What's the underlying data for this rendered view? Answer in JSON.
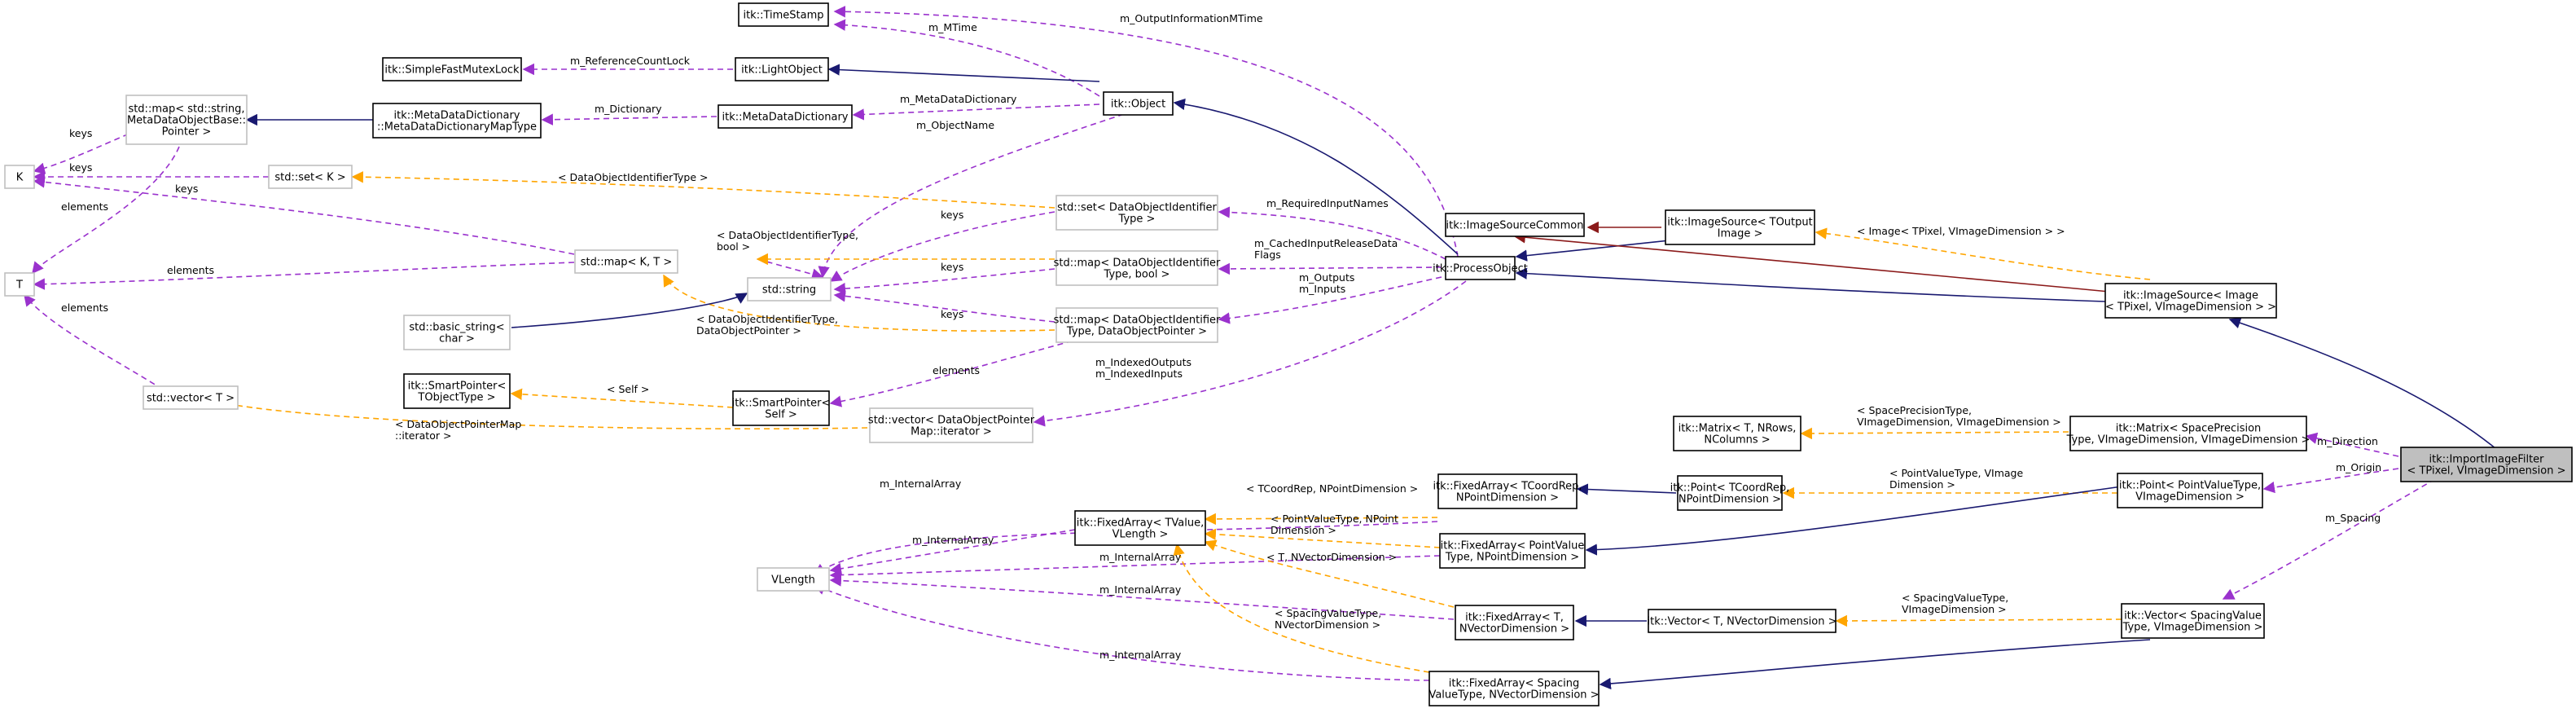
{
  "colors": {
    "usage": "#9a32cd",
    "template": "#ffa500",
    "inheritance": "#191970",
    "protected_inheritance": "#8b1a1a",
    "focus_fill": "#bfbfbf",
    "external_border": "#bfbfbf"
  },
  "nodes": [
    {
      "id": "timestamp",
      "lines": [
        "itk::TimeStamp"
      ]
    },
    {
      "id": "fastmutex",
      "lines": [
        "itk::SimpleFastMutexLock"
      ]
    },
    {
      "id": "lightobject",
      "lines": [
        "itk::LightObject"
      ]
    },
    {
      "id": "object",
      "lines": [
        "itk::Object"
      ]
    },
    {
      "id": "stdmap_string",
      "lines": [
        "std::map< std::string,",
        "MetaDataObjectBase::",
        "Pointer >"
      ]
    },
    {
      "id": "mdd_maptype",
      "lines": [
        "itk::MetaDataDictionary",
        "::MetaDataDictionaryMapType"
      ]
    },
    {
      "id": "mdd",
      "lines": [
        "itk::MetaDataDictionary"
      ]
    },
    {
      "id": "K",
      "lines": [
        "K"
      ]
    },
    {
      "id": "stdset_K",
      "lines": [
        "std::set< K >"
      ]
    },
    {
      "id": "T",
      "lines": [
        "T"
      ]
    },
    {
      "id": "stdset_doid",
      "lines": [
        "std::set< DataObjectIdentifier",
        "Type >"
      ]
    },
    {
      "id": "stdmap_KT",
      "lines": [
        "std::map< K, T >"
      ]
    },
    {
      "id": "stdmap_doid_bool",
      "lines": [
        "std::map< DataObjectIdentifier",
        "Type, bool >"
      ]
    },
    {
      "id": "stdstring",
      "lines": [
        "std::string"
      ]
    },
    {
      "id": "basic_string",
      "lines": [
        "std::basic_string<",
        "char >"
      ]
    },
    {
      "id": "stdmap_doid_ptr",
      "lines": [
        "std::map< DataObjectIdentifier",
        "Type, DataObjectPointer >"
      ]
    },
    {
      "id": "stdvector_T",
      "lines": [
        "std::vector< T >"
      ]
    },
    {
      "id": "smartptr_t",
      "lines": [
        "itk::SmartPointer<",
        "TObjectType >"
      ]
    },
    {
      "id": "smartptr_self",
      "lines": [
        "itk::SmartPointer<",
        "Self >"
      ]
    },
    {
      "id": "stdvector_iter",
      "lines": [
        "std::vector< DataObjectPointer",
        "Map::iterator >"
      ]
    },
    {
      "id": "imagesourcecommon",
      "lines": [
        "itk::ImageSourceCommon"
      ]
    },
    {
      "id": "imagesource_t",
      "lines": [
        "itk::ImageSource< TOutput",
        "Image >"
      ]
    },
    {
      "id": "processobject",
      "lines": [
        "itk::ProcessObject"
      ]
    },
    {
      "id": "imagesource_img",
      "lines": [
        "itk::ImageSource< Image",
        "< TPixel, VImageDimension > >"
      ]
    },
    {
      "id": "matrix_t",
      "lines": [
        "itk::Matrix< T, NRows,",
        "NColumns >"
      ]
    },
    {
      "id": "matrix_sp",
      "lines": [
        "itk::Matrix< SpacePrecision",
        "Type, VImageDimension, VImageDimension >"
      ]
    },
    {
      "id": "importfilter",
      "lines": [
        "itk::ImportImageFilter",
        "< TPixel, VImageDimension >"
      ]
    },
    {
      "id": "fixedarray_tcoord",
      "lines": [
        "itk::FixedArray< TCoordRep,",
        "NPointDimension >"
      ]
    },
    {
      "id": "point_tcoord",
      "lines": [
        "itk::Point< TCoordRep,",
        "NPointDimension >"
      ]
    },
    {
      "id": "point_pv",
      "lines": [
        "itk::Point< PointValueType,",
        "VImageDimension >"
      ]
    },
    {
      "id": "fixedarray_tvalue",
      "lines": [
        "itk::FixedArray< TValue,",
        "VLength >"
      ]
    },
    {
      "id": "fixedarray_pv",
      "lines": [
        "itk::FixedArray< PointValue",
        "Type, NPointDimension >"
      ]
    },
    {
      "id": "vlength",
      "lines": [
        "VLength"
      ]
    },
    {
      "id": "fixedarray_t",
      "lines": [
        "itk::FixedArray< T,",
        "NVectorDimension >"
      ]
    },
    {
      "id": "vector_t",
      "lines": [
        "itk::Vector< T, NVectorDimension >"
      ]
    },
    {
      "id": "vector_sv",
      "lines": [
        "itk::Vector< SpacingValue",
        "Type, VImageDimension >"
      ]
    },
    {
      "id": "fixedarray_sv",
      "lines": [
        "itk::FixedArray< Spacing",
        "ValueType, NVectorDimension >"
      ]
    }
  ],
  "edge_labels": [
    {
      "id": "lbl_mtime",
      "lines": [
        "m_MTime"
      ]
    },
    {
      "id": "lbl_outinfo",
      "lines": [
        "m_OutputInformationMTime"
      ]
    },
    {
      "id": "lbl_refcount",
      "lines": [
        "m_ReferenceCountLock"
      ]
    },
    {
      "id": "lbl_dictionary",
      "lines": [
        "m_Dictionary"
      ]
    },
    {
      "id": "lbl_mddict",
      "lines": [
        "m_MetaDataDictionary"
      ]
    },
    {
      "id": "lbl_objectname",
      "lines": [
        "m_ObjectName"
      ]
    },
    {
      "id": "lbl_keys1",
      "lines": [
        "keys"
      ]
    },
    {
      "id": "lbl_keys2",
      "lines": [
        "keys"
      ]
    },
    {
      "id": "lbl_keys3",
      "lines": [
        "keys"
      ]
    },
    {
      "id": "lbl_keys4",
      "lines": [
        "keys"
      ]
    },
    {
      "id": "lbl_keys5",
      "lines": [
        "keys"
      ]
    },
    {
      "id": "lbl_keys6",
      "lines": [
        "keys"
      ]
    },
    {
      "id": "lbl_elements1",
      "lines": [
        "elements"
      ]
    },
    {
      "id": "lbl_elements2",
      "lines": [
        "elements"
      ]
    },
    {
      "id": "lbl_elements3",
      "lines": [
        "elements"
      ]
    },
    {
      "id": "lbl_elements4",
      "lines": [
        "elements"
      ]
    },
    {
      "id": "lbl_doid_type",
      "lines": [
        "< DataObjectIdentifierType >"
      ]
    },
    {
      "id": "lbl_doid_bool",
      "lines": [
        "< DataObjectIdentifierType,",
        "bool >"
      ]
    },
    {
      "id": "lbl_doid_ptr",
      "lines": [
        "< DataObjectIdentifierType,",
        "DataObjectPointer >"
      ]
    },
    {
      "id": "lbl_self",
      "lines": [
        "< Self >"
      ]
    },
    {
      "id": "lbl_doptrmap",
      "lines": [
        "< DataObjectPointerMap",
        "::iterator >"
      ]
    },
    {
      "id": "lbl_required",
      "lines": [
        "m_RequiredInputNames"
      ]
    },
    {
      "id": "lbl_cached",
      "lines": [
        "m_CachedInputReleaseData",
        "Flags"
      ]
    },
    {
      "id": "lbl_outputs",
      "lines": [
        "m_Outputs",
        "m_Inputs"
      ]
    },
    {
      "id": "lbl_indexed",
      "lines": [
        "m_IndexedOutputs",
        "m_IndexedInputs"
      ]
    },
    {
      "id": "lbl_image_tpixel",
      "lines": [
        "< Image< TPixel, VImageDimension > >"
      ]
    },
    {
      "id": "lbl_spaceprec",
      "lines": [
        "< SpacePrecisionType,",
        "VImageDimension, VImageDimension >"
      ]
    },
    {
      "id": "lbl_direction",
      "lines": [
        "m_Direction"
      ]
    },
    {
      "id": "lbl_origin",
      "lines": [
        "m_Origin"
      ]
    },
    {
      "id": "lbl_spacing",
      "lines": [
        "m_Spacing"
      ]
    },
    {
      "id": "lbl_pointvalue_vimage",
      "lines": [
        "< PointValueType, VImage",
        "Dimension >"
      ]
    },
    {
      "id": "lbl_tcoord",
      "lines": [
        "< TCoordRep, NPointDimension >"
      ]
    },
    {
      "id": "lbl_pointvalue_npoint",
      "lines": [
        "< PointValueType, NPoint",
        "Dimension >"
      ]
    },
    {
      "id": "lbl_t_nvector",
      "lines": [
        "< T, NVectorDimension >"
      ]
    },
    {
      "id": "lbl_spacingvalue_nvector",
      "lines": [
        "< SpacingValueType,",
        "NVectorDimension >"
      ]
    },
    {
      "id": "lbl_spacingvalue_vimage",
      "lines": [
        "< SpacingValueType,",
        "VImageDimension >"
      ]
    },
    {
      "id": "lbl_internal1",
      "lines": [
        "m_InternalArray"
      ]
    },
    {
      "id": "lbl_internal2",
      "lines": [
        "m_InternalArray"
      ]
    },
    {
      "id": "lbl_internal3",
      "lines": [
        "m_InternalArray"
      ]
    },
    {
      "id": "lbl_internal4",
      "lines": [
        "m_InternalArray"
      ]
    },
    {
      "id": "lbl_internal5",
      "lines": [
        "m_InternalArray"
      ]
    }
  ]
}
